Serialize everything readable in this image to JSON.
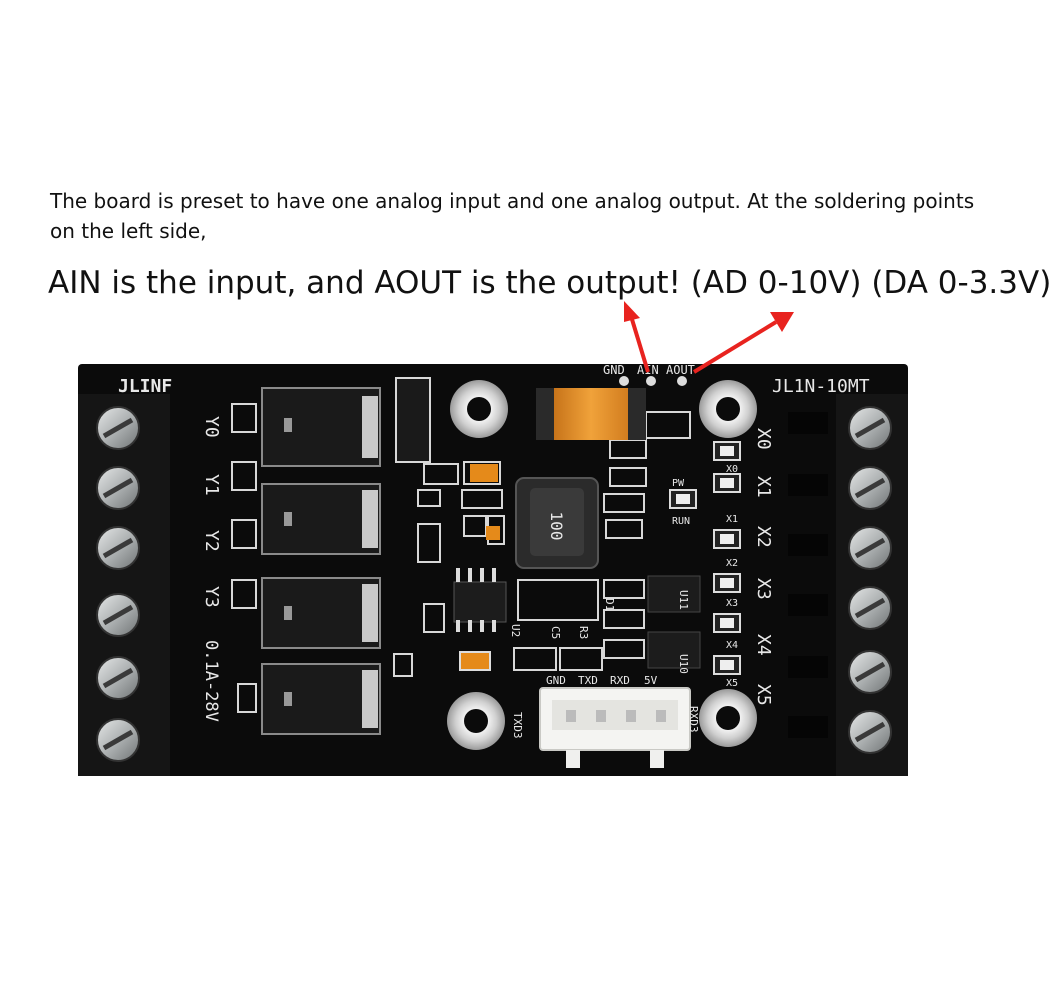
{
  "caption": {
    "line1": "The board is preset to have one analog input and one analog output. At the soldering points on the left side,",
    "line2": "AIN is the input, and AOUT is the output! (AD 0-10V) (DA 0-3.3V)"
  },
  "board": {
    "brand": "JLINF",
    "model": "JL1N-10MT",
    "analog_pins": [
      "GND",
      "AIN",
      "AOUT"
    ],
    "outputs": [
      "Y0",
      "Y1",
      "Y2",
      "Y3"
    ],
    "output_spec": "0.1A-28V",
    "inputs": [
      "X0",
      "X1",
      "X2",
      "X3",
      "X4",
      "X5"
    ],
    "leds": [
      "PW",
      "RUN",
      "X0",
      "X1",
      "X2",
      "X3",
      "X4",
      "X5"
    ],
    "serial_pins": [
      "GND",
      "TXD",
      "RXD",
      "5V"
    ],
    "inductor_marking": "100",
    "misc_labels": [
      "U2",
      "D1",
      "C5",
      "R3",
      "U10",
      "U11",
      "TXD3",
      "RXD3"
    ]
  },
  "colors": {
    "pcb": "#0b0b0b",
    "silkscreen": "#e8e8e8",
    "arrow": "#e8231f",
    "terminal": "#151515",
    "screw": "#b9bcbd",
    "capacitor": "#e58a1a"
  }
}
